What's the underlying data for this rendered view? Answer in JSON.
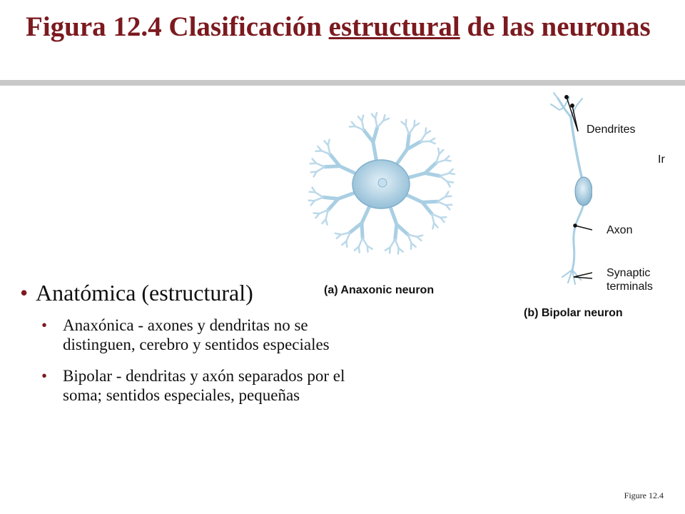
{
  "title": {
    "part1": "Figura 12.4  Clasificación ",
    "underlined": "estructural",
    "part2": " de las neuronas"
  },
  "figure": {
    "anaxonic_caption": "(a) Anaxonic neuron",
    "bipolar_caption": "(b) Bipolar neuron",
    "labels": {
      "dendrites": "Dendrites",
      "axon": "Axon",
      "synaptic_line1": "Synaptic",
      "synaptic_line2": "terminals",
      "cropped": "Ir"
    },
    "colors": {
      "cell_light": "#d6e9f3",
      "cell_dark": "#8dbad4",
      "outline": "#6d9cb8"
    }
  },
  "bullets": {
    "main": "Anatómica (estructural)",
    "sub": [
      {
        "text": "Anaxónica - axones y dendritas no se distinguen, cerebro y sentidos especiales"
      },
      {
        "text": "Bipolar - dendritas y axón separados por el soma; sentidos especiales, pequeñas"
      }
    ]
  },
  "footer": "Figure 12.4"
}
